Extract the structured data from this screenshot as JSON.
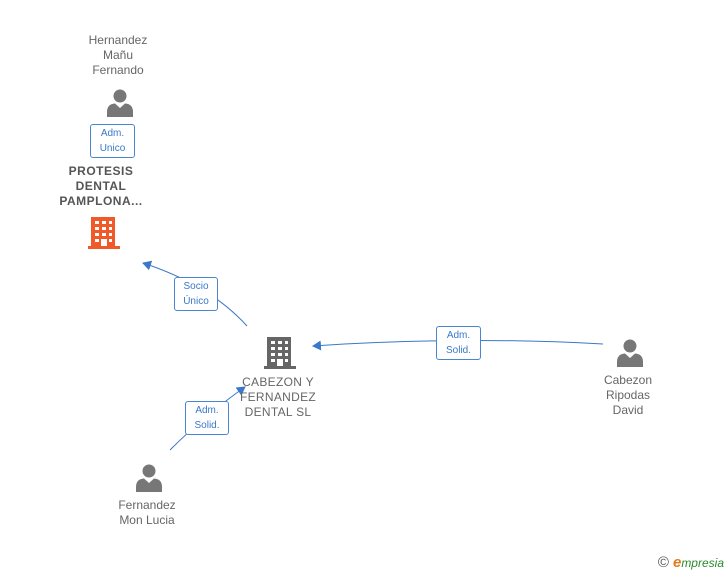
{
  "nodes": {
    "hernandez": {
      "lines": [
        "Hernandez",
        "Mañu",
        "Fernando"
      ],
      "icon": "person-icon"
    },
    "protesis": {
      "lines": [
        "PROTESIS",
        "DENTAL",
        "PAMPLONA..."
      ],
      "icon": "building-icon",
      "color": "#f05a28"
    },
    "cabezon_sl": {
      "lines": [
        "CABEZON Y",
        "FERNANDEZ",
        "DENTAL  SL"
      ],
      "icon": "building-icon",
      "color": "#666666"
    },
    "cabezon_david": {
      "lines": [
        "Cabezon",
        "Ripodas",
        "David"
      ],
      "icon": "person-icon"
    },
    "fernandez": {
      "lines": [
        "Fernandez",
        "Mon Lucia"
      ],
      "icon": "person-icon"
    }
  },
  "edges": {
    "adm_unico": {
      "lines": [
        "Adm.",
        "Unico"
      ]
    },
    "socio_unico": {
      "lines": [
        "Socio",
        "Único"
      ]
    },
    "adm_solid_david": {
      "lines": [
        "Adm.",
        "Solid."
      ]
    },
    "adm_solid_fernandez": {
      "lines": [
        "Adm.",
        "Solid."
      ]
    }
  },
  "colors": {
    "edge": "#3a78c8",
    "person": "#777777"
  },
  "footer": {
    "copyright": "©",
    "brand_initial": "e",
    "brand_rest": "mpresia"
  }
}
